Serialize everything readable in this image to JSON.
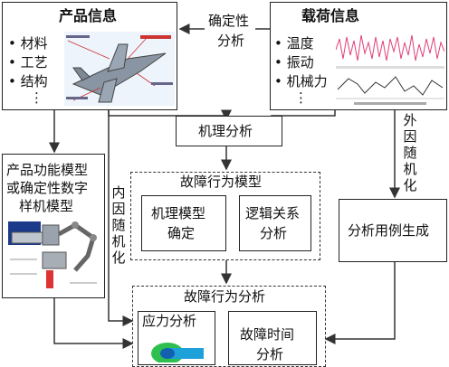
{
  "product_info": {
    "title": "产品信息",
    "bullets": [
      "材料",
      "工艺",
      "结构",
      "⋮"
    ],
    "image_icon": "aircraft-diagram"
  },
  "deterministic_analysis": {
    "label_line1": "确定性",
    "label_line2": "分析"
  },
  "load_info": {
    "title": "载荷信息",
    "bullets": [
      "温度",
      "振动",
      "机械力",
      "⋮"
    ],
    "image_icon": "load-signal-plots"
  },
  "mechanism_analysis": {
    "label": "机理分析"
  },
  "external_random": {
    "chars": [
      "外",
      "因",
      "随",
      "机",
      "化"
    ]
  },
  "internal_random": {
    "chars": [
      "内",
      "因",
      "随",
      "机",
      "化"
    ]
  },
  "product_model": {
    "line1": "产品功能模型",
    "line2": "或确定性数字",
    "line3": "样机模型",
    "image_icon": "machine-model"
  },
  "failure_behavior_model": {
    "title": "故障行为模型",
    "box1_line1": "机理模型",
    "box1_line2": "确定",
    "box2_line1": "逻辑关系",
    "box2_line2": "分析"
  },
  "case_generation": {
    "label": "分析用例生成"
  },
  "failure_behavior_analysis": {
    "title": "故障行为分析",
    "stress_label": "应力分析",
    "time_line1": "故障时间",
    "time_line2": "分析"
  },
  "colors": {
    "border": "#222222",
    "arrow": "#333333",
    "pink_signal": "#e0407a"
  }
}
